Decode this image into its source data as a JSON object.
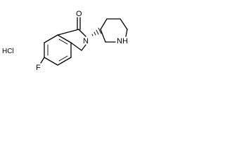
{
  "molecule": {
    "labels": {
      "oxygen": "O",
      "nitrogen_ring": "N",
      "piperidine_nh": "NH",
      "fluorine": "F",
      "salt": "HCl"
    },
    "bond_color": "#000000",
    "background_color": "#ffffff"
  }
}
